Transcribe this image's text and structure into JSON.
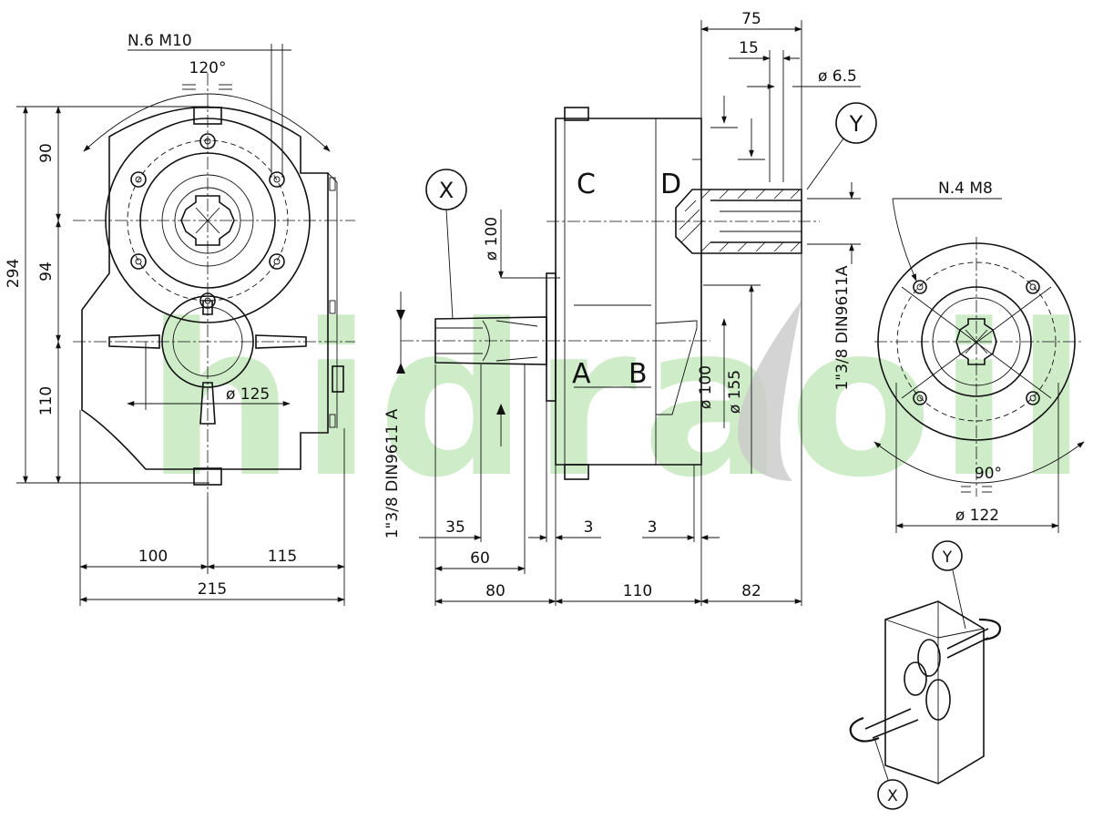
{
  "watermark": {
    "text": "hidraoil",
    "color": "#bfe6b6",
    "drop_color": "#c9c9c9"
  },
  "front_view": {
    "bolt_callout": "N.6 M10",
    "angle": "120°",
    "dim_total_height": "294",
    "dim_upper": "90",
    "dim_middle": "94",
    "dim_lower": "110",
    "dim_flange_dia": "ø 125",
    "dim_left": "100",
    "dim_right": "115",
    "dim_total_width": "215"
  },
  "side_view": {
    "detail_x": "X",
    "detail_y": "Y",
    "spline_spec_x": "1\"3/8 DIN9611 A",
    "spline_spec_y": "1\"3/8 DIN9611A",
    "dia_100_top": "ø 100",
    "dia_155": "ø 155",
    "dia_100_bottom": "ø 100",
    "dia_6_5": "ø 6.5",
    "dim_75": "75",
    "dim_15": "15",
    "dim_35": "35",
    "dim_60": "60",
    "dim_3a": "3",
    "dim_3b": "3",
    "dim_80": "80",
    "dim_110": "110",
    "dim_82": "82",
    "ports": {
      "a": "A",
      "b": "B",
      "c": "C",
      "d": "D"
    }
  },
  "rear_view": {
    "bolt_callout": "N.4 M8",
    "angle": "90°",
    "dim_dia": "ø 122"
  },
  "isometric": {
    "label_y": "Y",
    "label_x": "X"
  }
}
